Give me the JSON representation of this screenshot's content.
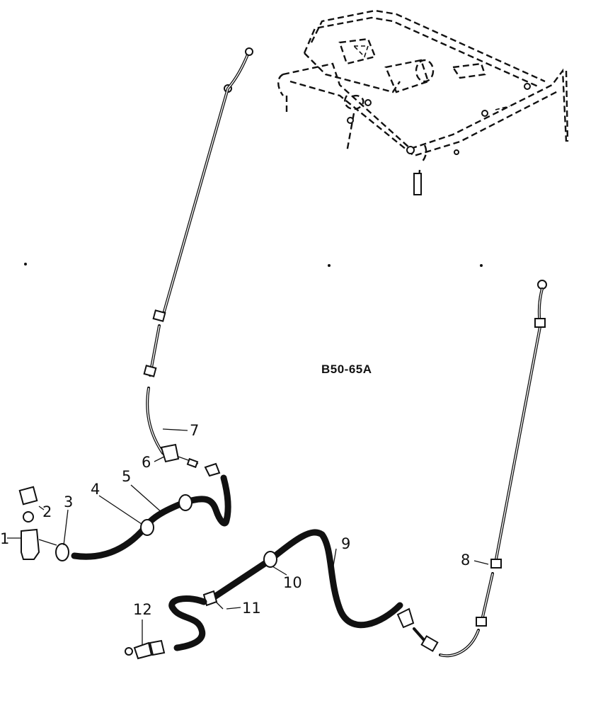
{
  "diagram": {
    "code_label": "B50-65A",
    "callouts": [
      "1",
      "2",
      "3",
      "4",
      "5",
      "6",
      "7",
      "8",
      "9",
      "10",
      "11",
      "12"
    ]
  },
  "colors": {
    "ink": "#111111",
    "paper": "#ffffff"
  }
}
